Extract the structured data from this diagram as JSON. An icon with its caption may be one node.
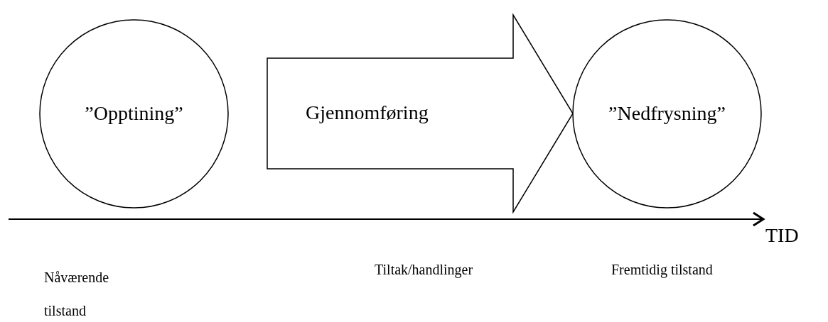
{
  "diagram": {
    "nodes": [
      {
        "text": [
          "”Opptining”"
        ]
      },
      {
        "text": [
          "Gjennomføring"
        ]
      },
      {
        "text": [
          "”Nedfrysning”"
        ]
      }
    ],
    "labels": [
      "TID",
      "Nåværende tilstand",
      "Tiltak/handlinger",
      "Fremtidig tilstand"
    ]
  }
}
